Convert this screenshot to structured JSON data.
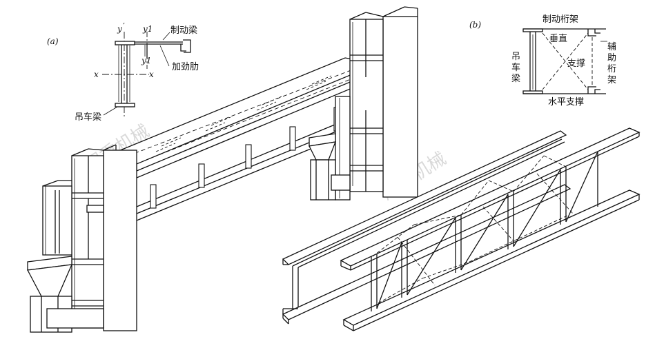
{
  "figure_a": {
    "panel_label": "(a)",
    "section": {
      "axis_y": "y",
      "axis_y_prime": "′",
      "axis_y1_top": "y1",
      "axis_y1_bottom": "y1",
      "axis_x_left": "x",
      "axis_x_right": "x",
      "brake_beam": "制动梁",
      "stiffener": "加劲肋",
      "crane_beam": "吊车梁"
    }
  },
  "figure_b": {
    "panel_label": "(b)",
    "brake_truss": "制动桁架",
    "vertical": "垂直",
    "support": "支撑",
    "crane_beam_vertical": [
      "吊",
      "车",
      "梁"
    ],
    "aux_truss_vertical": [
      "辅",
      "助",
      "桁",
      "架"
    ],
    "horizontal_support": "水平支撑"
  },
  "watermarks": [
    "起重机械",
    "起重机械"
  ]
}
